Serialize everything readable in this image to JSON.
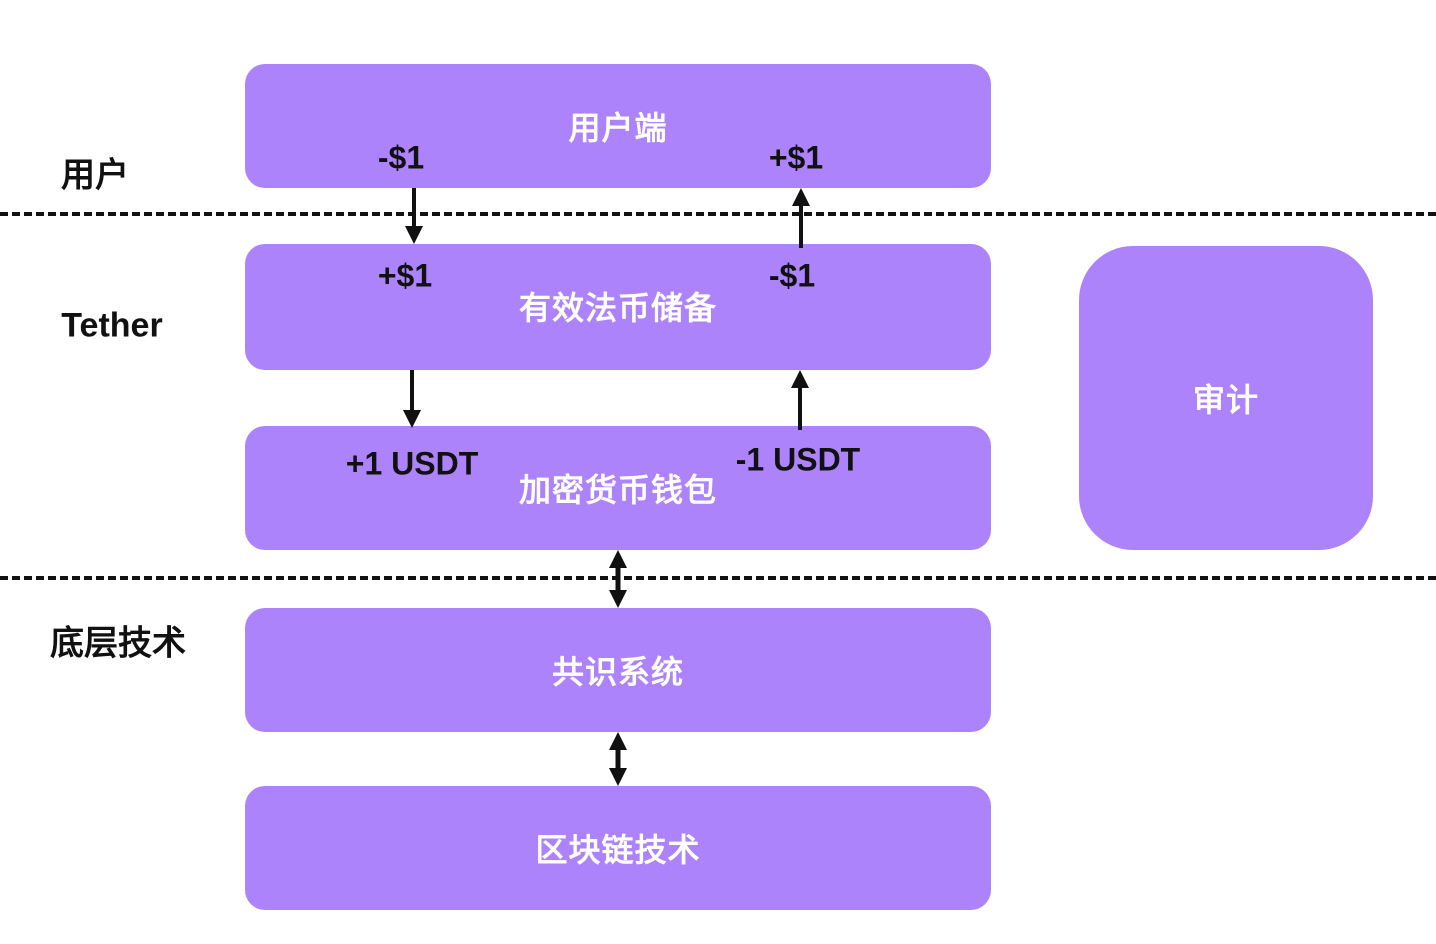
{
  "colors": {
    "box_fill": "#ad83fc",
    "box_text": "#ffffff",
    "label_text": "#111111",
    "divider": "#111111"
  },
  "layers": [
    {
      "id": "user",
      "label": "用户"
    },
    {
      "id": "tether",
      "label": "Tether"
    },
    {
      "id": "base",
      "label": "底层技术"
    }
  ],
  "boxes": {
    "user_client": "用户端",
    "fiat_reserve": "有效法币储备",
    "crypto_wallet": "加密货币钱包",
    "consensus": "共识系统",
    "blockchain": "区块链技术",
    "audit": "审计"
  },
  "flows": {
    "user_out": "-$1",
    "user_in": "+$1",
    "reserve_in": "+$1",
    "reserve_out": "-$1",
    "wallet_in": "+1 USDT",
    "wallet_out": "-1 USDT"
  },
  "edges": [
    {
      "from": "user_client",
      "to": "fiat_reserve",
      "direction": "down"
    },
    {
      "from": "fiat_reserve",
      "to": "user_client",
      "direction": "up"
    },
    {
      "from": "fiat_reserve",
      "to": "crypto_wallet",
      "direction": "down"
    },
    {
      "from": "crypto_wallet",
      "to": "fiat_reserve",
      "direction": "up"
    },
    {
      "from": "crypto_wallet",
      "to": "consensus",
      "direction": "both"
    },
    {
      "from": "consensus",
      "to": "blockchain",
      "direction": "both"
    }
  ]
}
